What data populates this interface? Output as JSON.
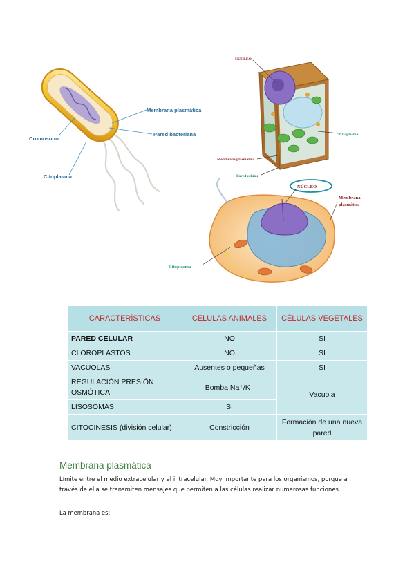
{
  "bacteria": {
    "labels": {
      "membrana": "Membrana plasmática",
      "pared": "Pared bacteriana",
      "cromosoma": "Cromosoma",
      "citoplasma": "Citoplasma"
    }
  },
  "plant_cell": {
    "labels": {
      "nucleo": "NÚCLEO",
      "citoplasma": "Citoplasma",
      "membrana": "Membrana plasmática",
      "pared": "Pared celular"
    }
  },
  "animal_cell": {
    "labels": {
      "nucleo": "NÚCLEO",
      "membrana_1": "Membrana",
      "membrana_2": "plasmática",
      "citoplasma": "Citoplasma"
    }
  },
  "table": {
    "headers": [
      "CARACTERÍSTICAS",
      "CÉLULAS ANIMALES",
      "CÉLULAS VEGETALES"
    ],
    "rows": [
      {
        "c1": "PARED CELULAR",
        "c2": "NO",
        "c3": "SI"
      },
      {
        "c1": "CLOROPLASTOS",
        "c2": "NO",
        "c3": "SI"
      },
      {
        "c1": "VACUOLAS",
        "c2": "Ausentes o pequeñas",
        "c3": "SI"
      },
      {
        "c1": "REGULACIÓN PRESIÓN OSMÓTICA",
        "c2": "Bomba Na⁺/K⁺",
        "c3": "Vacuola"
      },
      {
        "c1": "LISOSOMAS",
        "c2": "SI"
      },
      {
        "c1": "CITOCINESIS (división celular)",
        "c2": "Constricción",
        "c3": "Formación de una nueva pared"
      }
    ]
  },
  "section": {
    "heading": "Membrana plasmática",
    "paragraph": "Límite entre el medio extracelular y el intracelular. Muy importante para los organismos, porque a través de ella se transmiten mensajes que permiten a las células realizar numerosas funciones.",
    "paragraph2": "La membrana es:"
  }
}
